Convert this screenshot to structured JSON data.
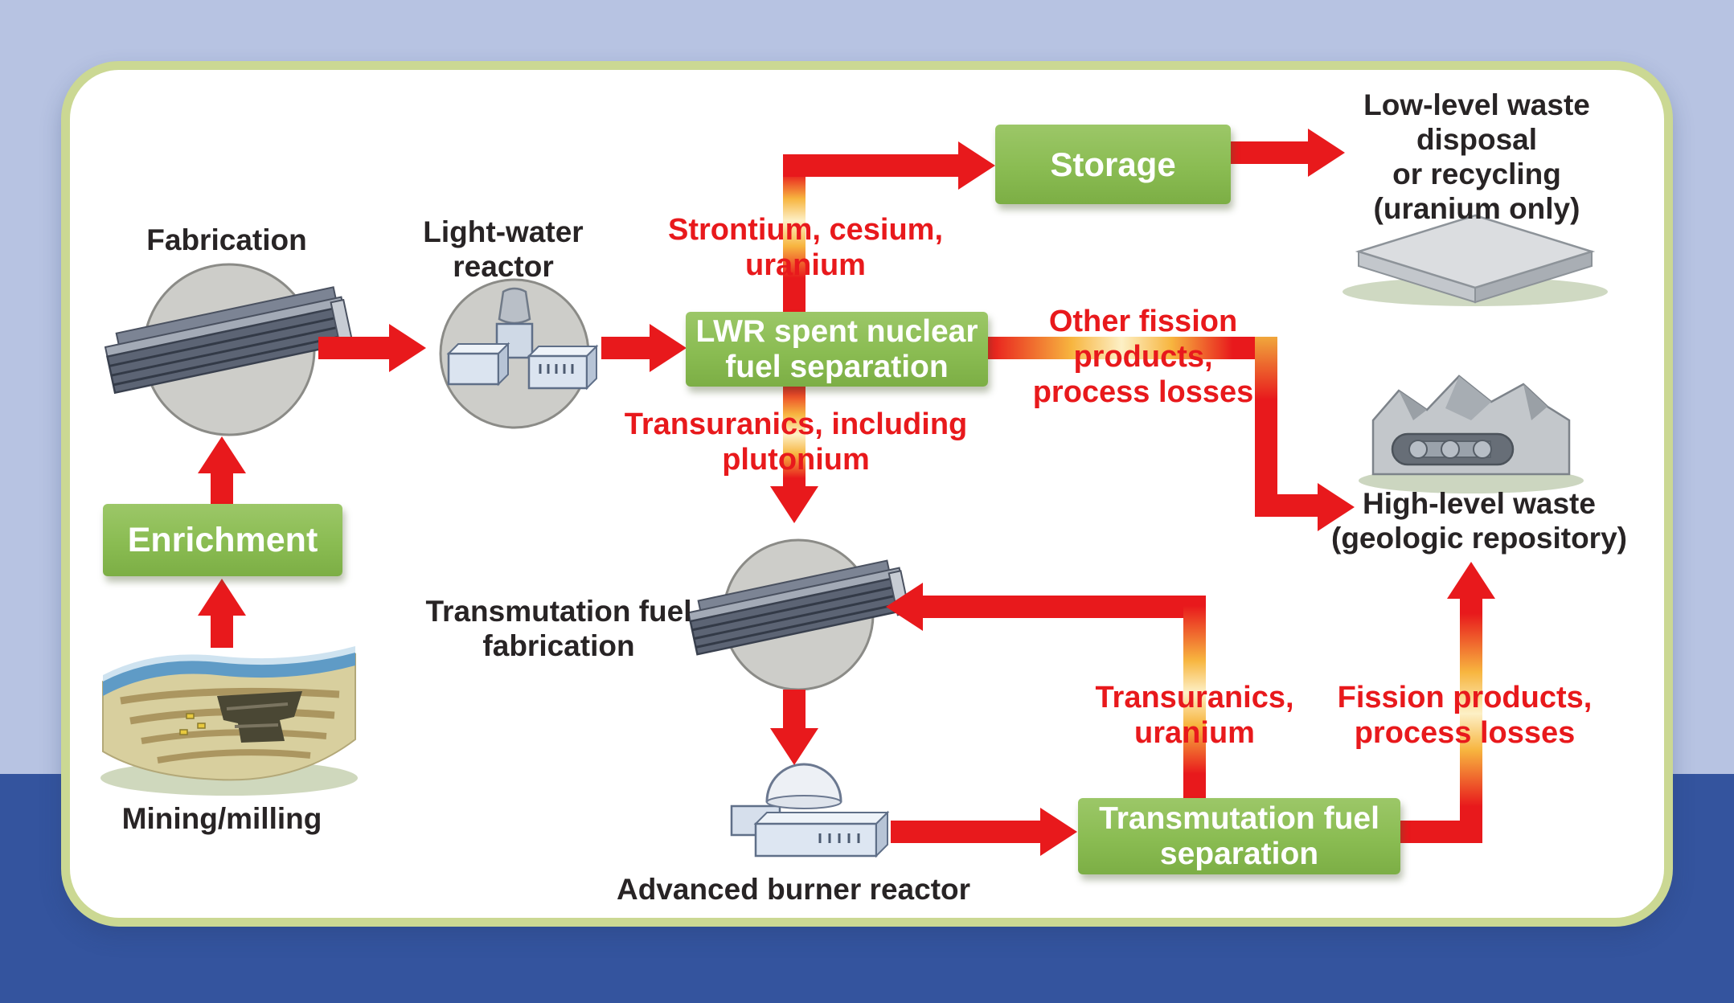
{
  "process_boxes": {
    "storage": {
      "lines": [
        "Storage"
      ]
    },
    "lwr_separation": {
      "lines": [
        "LWR spent nuclear",
        "fuel separation"
      ]
    },
    "transmutation_separation": {
      "lines": [
        "Transmutation fuel",
        "separation"
      ]
    },
    "enrichment": {
      "lines": [
        "Enrichment"
      ]
    }
  },
  "station_labels": {
    "fabrication": {
      "lines": [
        "Fabrication"
      ]
    },
    "light_water_reactor": {
      "lines": [
        "Light-water",
        "reactor"
      ]
    },
    "transmutation_fuel_fabrication": {
      "lines": [
        "Transmutation fuel",
        "fabrication"
      ]
    },
    "advanced_burner_reactor": {
      "lines": [
        "Advanced burner reactor"
      ]
    },
    "mining_milling": {
      "lines": [
        "Mining/milling"
      ]
    },
    "low_level_waste": {
      "lines": [
        "Low-level waste",
        "disposal",
        "or recycling",
        "(uranium only)"
      ]
    },
    "high_level_waste": {
      "lines": [
        "High-level waste",
        "(geologic repository)"
      ]
    }
  },
  "flow_labels": {
    "strontium_cesium_uranium": {
      "lines": [
        "Strontium, cesium,",
        "uranium"
      ]
    },
    "other_fission_products": {
      "lines": [
        "Other fission",
        "products,",
        "process losses"
      ]
    },
    "transuranics_including_plutonium": {
      "lines": [
        "Transuranics, including",
        "plutonium"
      ]
    },
    "transuranics_uranium": {
      "lines": [
        "Transuranics,",
        "uranium"
      ]
    },
    "fission_products_process_losses": {
      "lines": [
        "Fission products,",
        "process losses"
      ]
    }
  },
  "colors": {
    "background_top": "#b7c3e2",
    "background_bottom": "#34549e",
    "panel_border": "#cbd893",
    "process_box_green": "#8abc52",
    "arrow_red": "#e8191c",
    "arrow_glow": "#fdf0c6",
    "flow_label_red": "#e8191c",
    "station_label_black": "#282425",
    "process_box_text": "#ffffff"
  },
  "icons": {
    "fabrication": "fuel-assembly-icon",
    "light_water_reactor": "reactor-plant-icon",
    "transmutation_fuel_fabrication": "fuel-assembly-icon",
    "advanced_burner_reactor": "dome-reactor-icon",
    "low_level_waste": "waste-mound-icon",
    "high_level_waste": "geologic-repository-icon",
    "mining_milling": "open-pit-mine-icon"
  }
}
